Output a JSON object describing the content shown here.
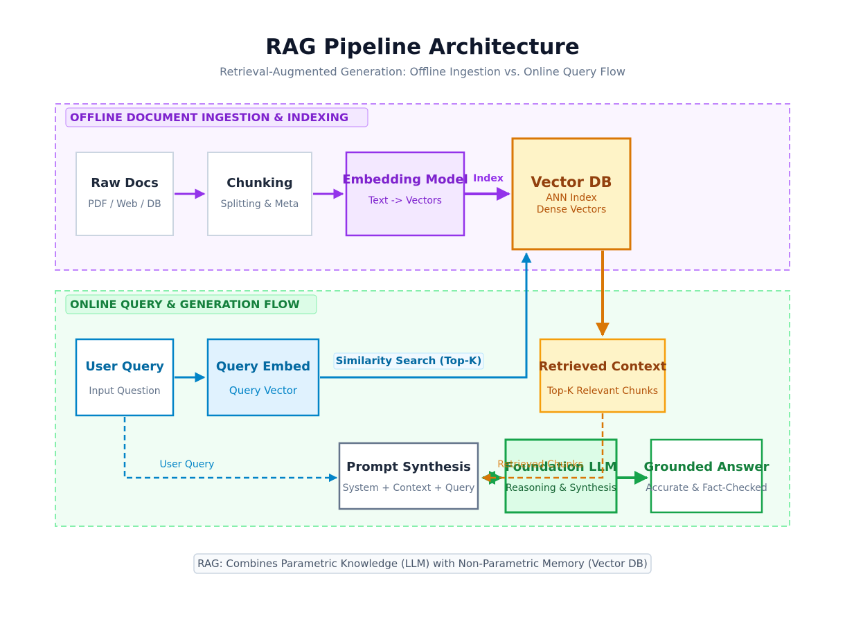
{
  "title": "RAG Pipeline Architecture",
  "subtitle": "Retrieval-Augmented Generation: Offline Ingestion vs. Online Query Flow",
  "colors": {
    "purple": "#9333ea",
    "purple_dark": "#7e22ce",
    "green": "#16a34a",
    "green_dark": "#15803d",
    "blue": "#0284c7",
    "blue_dark": "#0369a1",
    "amber": "#d97706",
    "amber_dark": "#92400e",
    "slate": "#64748b",
    "navy": "#0f172a"
  },
  "regions": {
    "offline": {
      "label": "OFFLINE DOCUMENT INGESTION & INDEXING"
    },
    "online": {
      "label": "ONLINE QUERY & GENERATION FLOW"
    }
  },
  "nodes": {
    "raw_docs": {
      "title": "Raw Docs",
      "subtitle": "PDF / Web / DB"
    },
    "chunking": {
      "title": "Chunking",
      "subtitle": "Splitting & Meta"
    },
    "embedding_model": {
      "title": "Embedding Model",
      "subtitle": "Text -> Vectors"
    },
    "vector_db": {
      "title": "Vector DB",
      "line1": "ANN Index",
      "line2": "Dense Vectors"
    },
    "user_query": {
      "title": "User Query",
      "subtitle": "Input Question"
    },
    "query_embed": {
      "title": "Query Embed",
      "subtitle": "Query Vector"
    },
    "retrieved_context": {
      "title": "Retrieved Context",
      "subtitle": "Top-K Relevant Chunks"
    },
    "prompt_synthesis": {
      "title": "Prompt Synthesis",
      "subtitle": "System + Context + Query"
    },
    "foundation_llm": {
      "title": "Foundation LLM",
      "subtitle": "Reasoning & Synthesis"
    },
    "grounded_answer": {
      "title": "Grounded Answer",
      "subtitle": "Accurate & Fact-Checked"
    }
  },
  "edge_labels": {
    "index": "Index",
    "similarity_search": "Similarity Search (Top-K)",
    "user_query": "User Query",
    "retrieved_chunks": "Retrieved Chunks"
  },
  "footer": "RAG: Combines Parametric Knowledge (LLM) with Non-Parametric Memory (Vector DB)"
}
